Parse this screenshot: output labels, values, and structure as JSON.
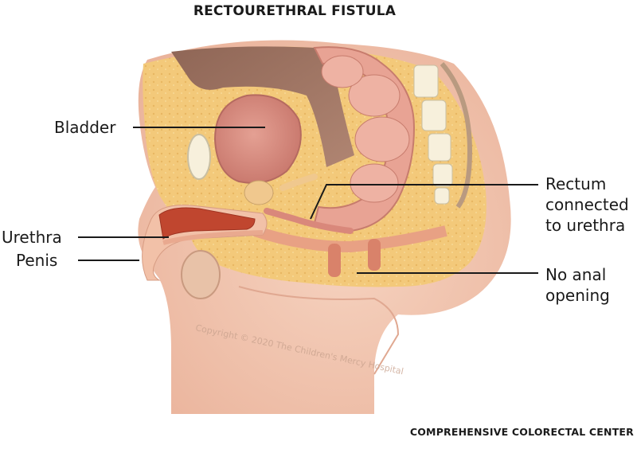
{
  "title": "RECTOURETHRAL FISTULA",
  "labels": {
    "bladder": "Bladder",
    "urethra": "Urethra",
    "penis": "Penis",
    "rectum_line1": "Rectum",
    "rectum_line2": "connected",
    "rectum_line3": "to urethra",
    "anal_line1": "No anal",
    "anal_line2": "opening"
  },
  "watermark": "Copyright © 2020 The Children's Mercy Hospital",
  "footer": "COMPREHENSIVE COLORECTAL CENTER",
  "colors": {
    "fat": "#f3c97a",
    "skin": "#f2c1a8",
    "organ": "#d98a7e",
    "colon": "#e8a394",
    "cavity": "#9a7162",
    "muscle": "#c0462f",
    "bone": "#f7f0dc"
  }
}
